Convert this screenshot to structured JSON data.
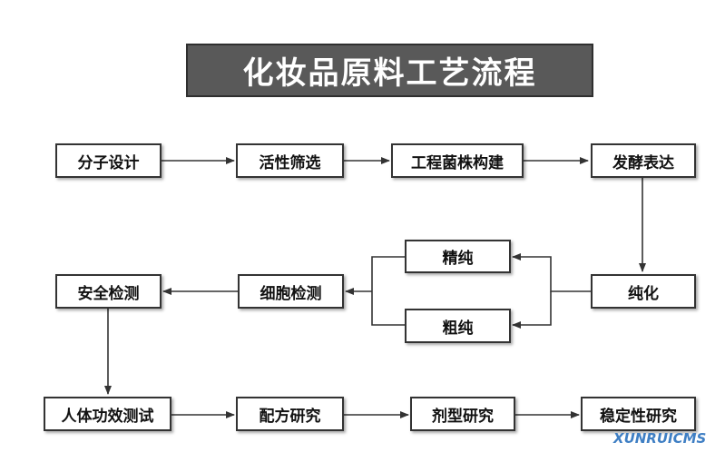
{
  "title": "化妆品原料工艺流程",
  "nodes": {
    "molecular_design": "分子设计",
    "activity_screening": "活性筛选",
    "engineered_strain": "工程菌株构建",
    "fermentation_expression": "发酵表达",
    "purification": "纯化",
    "fine_purification": "精纯",
    "crude_purification": "粗纯",
    "cell_testing": "细胞检测",
    "safety_testing": "安全检测",
    "human_efficacy_test": "人体功效测试",
    "formulation_research": "配方研究",
    "dosage_form_research": "剂型研究",
    "stability_research": "稳定性研究"
  },
  "watermark": "XUNRUICMS",
  "colors": {
    "title_bg": "#595959",
    "line": "#333333",
    "watermark": "#3f7fc4"
  }
}
